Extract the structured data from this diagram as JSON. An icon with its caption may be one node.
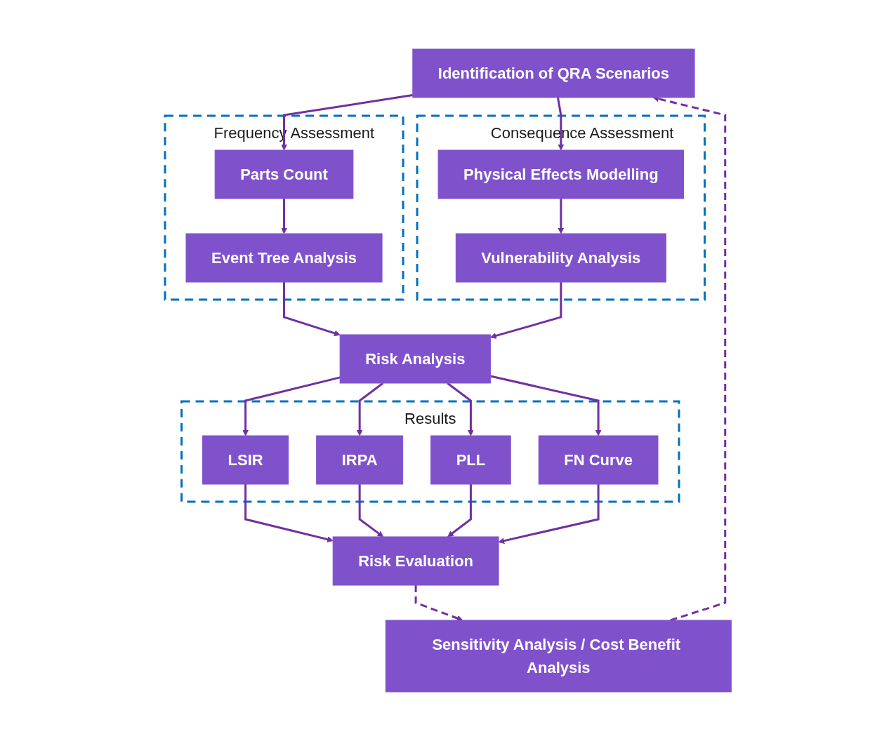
{
  "diagram": {
    "nodes": [
      {
        "text": [
          "Identification of QRA Scenarios"
        ]
      },
      {
        "text": [
          "Frequency Assessment"
        ]
      },
      {
        "text": [
          "Parts Count"
        ],
        "in": 1
      },
      {
        "text": [
          "Event Tree Analysis"
        ],
        "in": 1
      },
      {
        "text": [
          "Consequence Assessment"
        ]
      },
      {
        "text": [
          "Physical Effects Modelling"
        ],
        "in": 4
      },
      {
        "text": [
          "Vulnerability Analysis"
        ],
        "in": 4
      },
      {
        "text": [
          "Risk Analysis"
        ]
      },
      {
        "text": [
          "Results"
        ]
      },
      {
        "text": [
          "LSIR"
        ],
        "in": 8
      },
      {
        "text": [
          "IRPA"
        ],
        "in": 8
      },
      {
        "text": [
          "PLL"
        ],
        "in": 8
      },
      {
        "text": [
          "FN Curve"
        ],
        "in": 8
      },
      {
        "text": [
          "Risk Evaluation"
        ]
      },
      {
        "text": [
          "Sensitivity Analysis / Cost Benefit Analysis"
        ]
      }
    ],
    "edges": [
      {
        "from": 0,
        "to": 2,
        "arrow": "to"
      },
      {
        "from": 0,
        "to": 5,
        "arrow": "to"
      },
      {
        "from": 2,
        "to": 3,
        "arrow": "to"
      },
      {
        "from": 5,
        "to": 6,
        "arrow": "to"
      },
      {
        "from": 3,
        "to": 7,
        "arrow": "to"
      },
      {
        "from": 6,
        "to": 7,
        "arrow": "to"
      },
      {
        "from": 7,
        "to": 9,
        "arrow": "to"
      },
      {
        "from": 7,
        "to": 10,
        "arrow": "to"
      },
      {
        "from": 7,
        "to": 11,
        "arrow": "to"
      },
      {
        "from": 7,
        "to": 12,
        "arrow": "to"
      },
      {
        "from": 9,
        "to": 13,
        "arrow": "to"
      },
      {
        "from": 10,
        "to": 13,
        "arrow": "to"
      },
      {
        "from": 11,
        "to": 13,
        "arrow": "to"
      },
      {
        "from": 12,
        "to": 13,
        "arrow": "to"
      },
      {
        "from": 13,
        "to": 14,
        "arrow": "to",
        "style": "dashed"
      },
      {
        "from": 14,
        "to": 0,
        "arrow": "to",
        "style": "dashed"
      }
    ]
  }
}
